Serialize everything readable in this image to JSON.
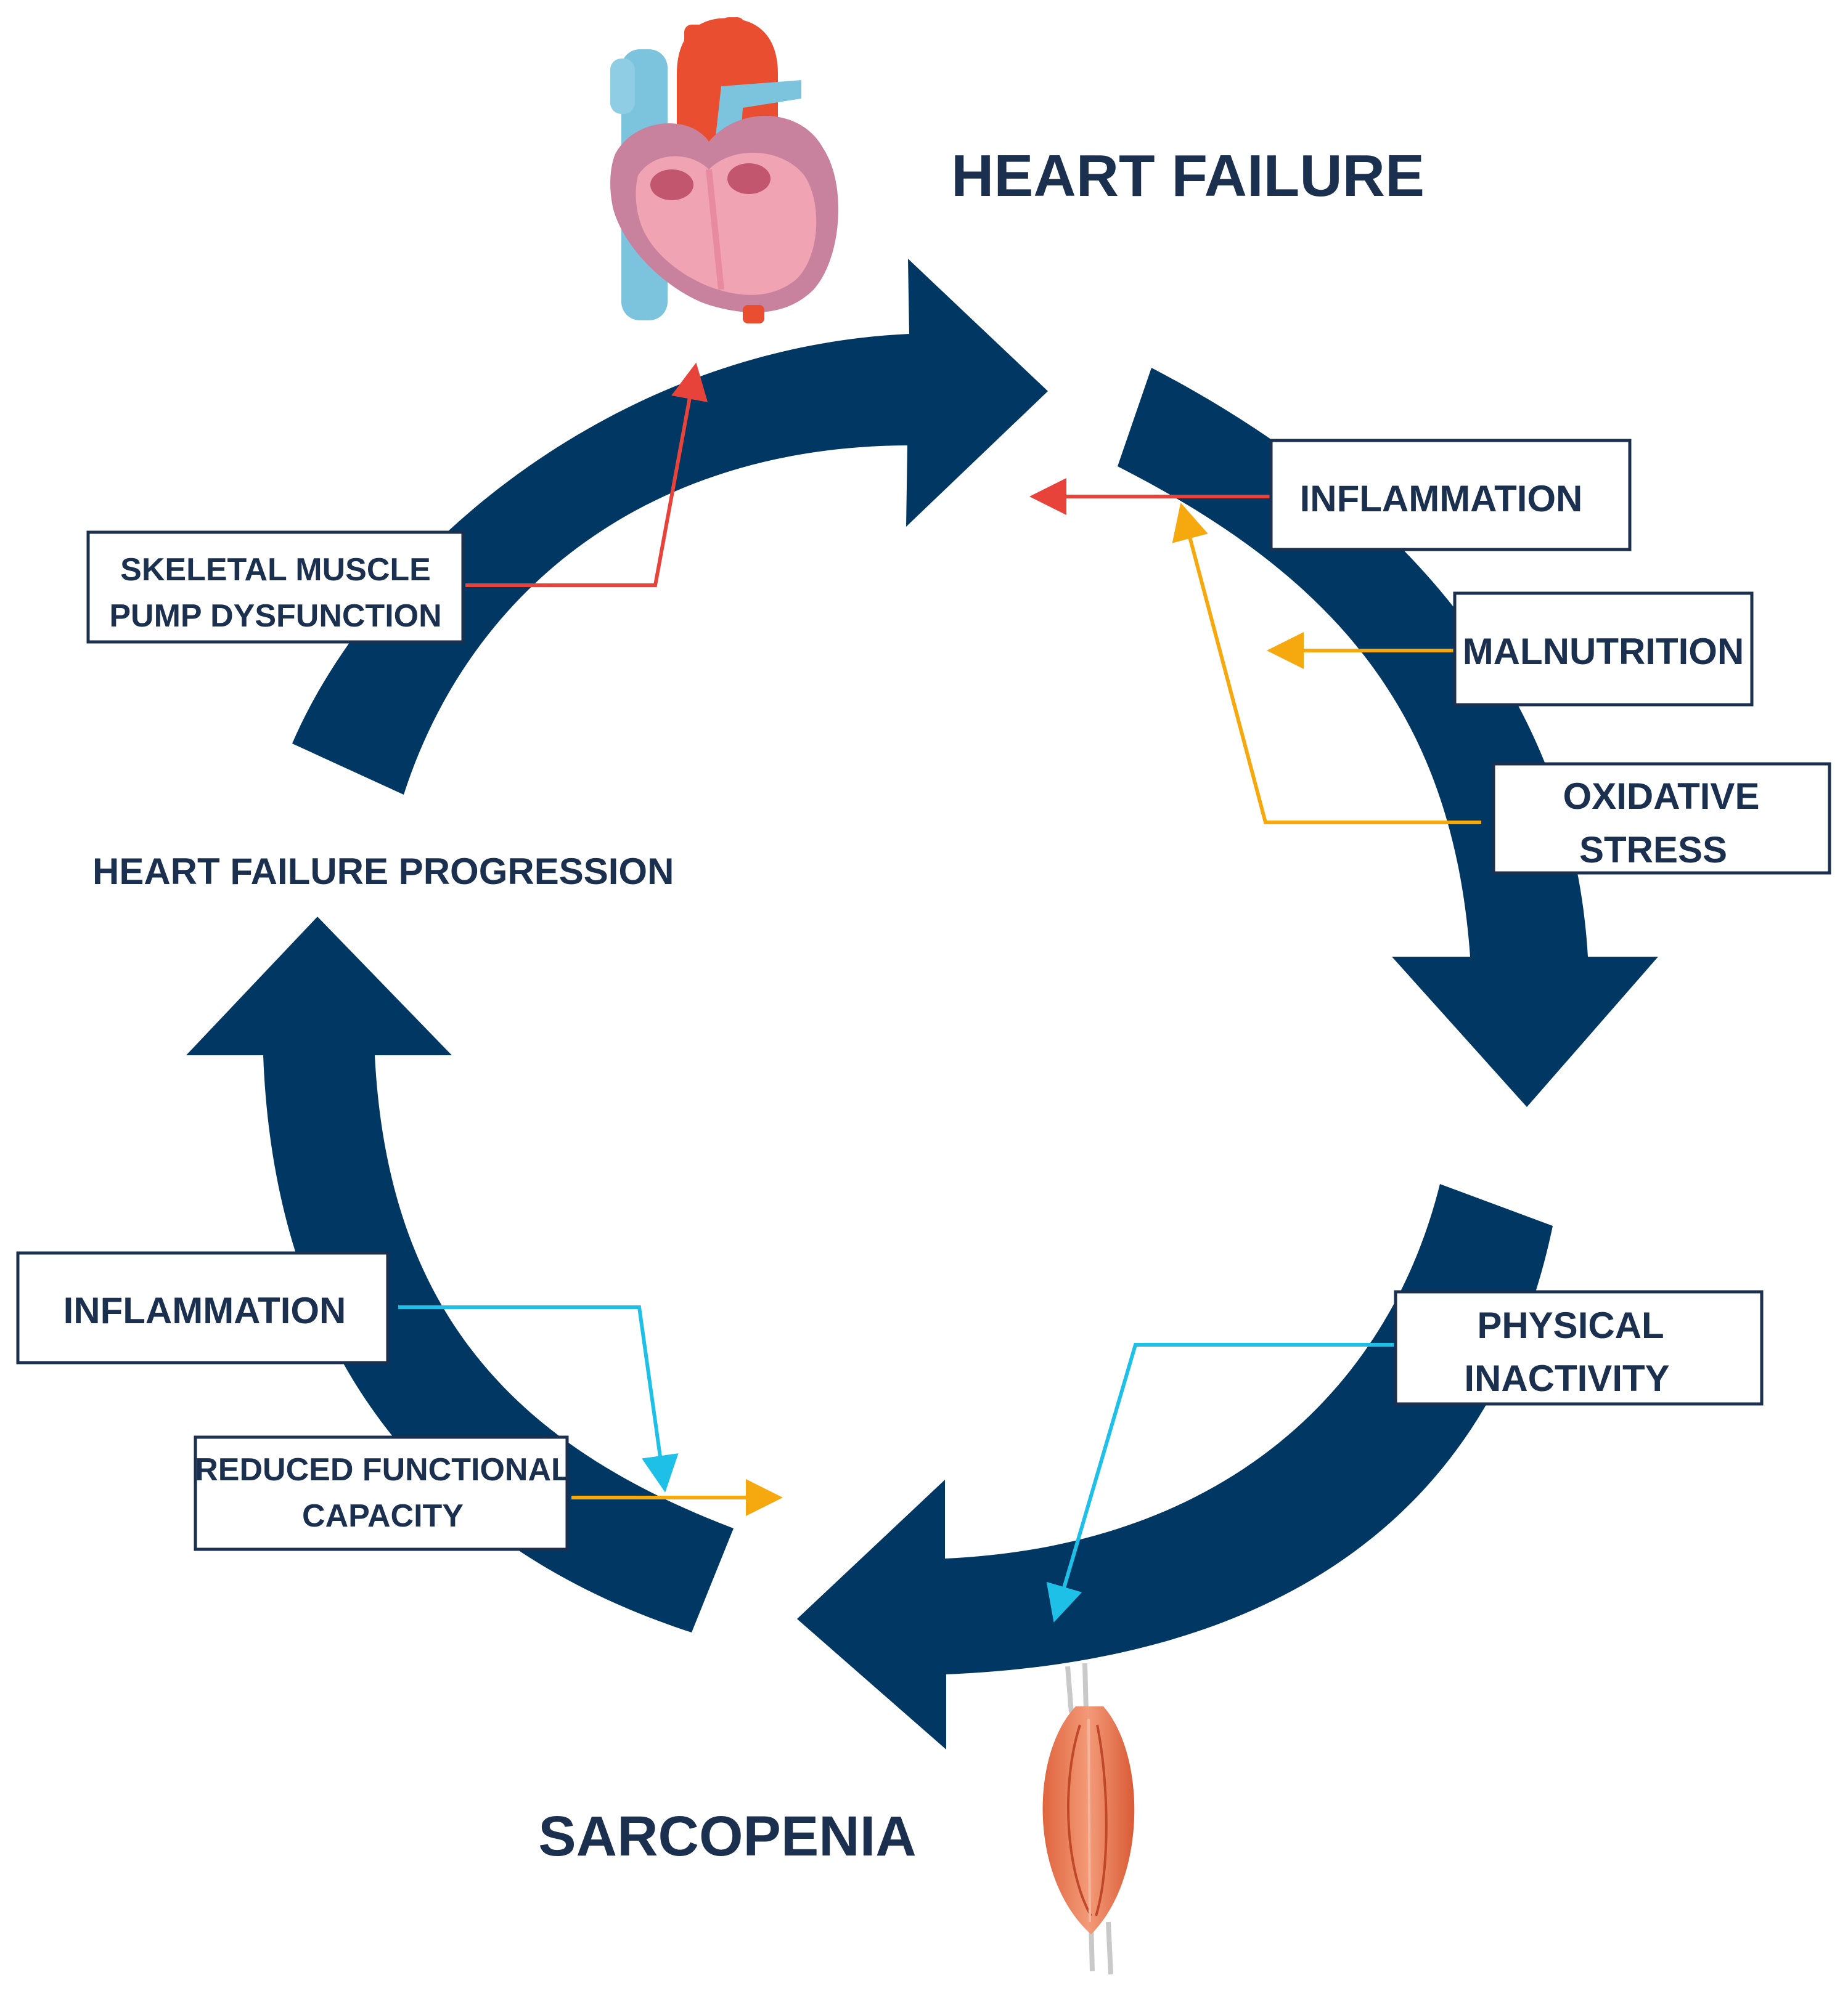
{
  "title_top": "HEART FAILURE",
  "title_bottom": "SARCOPENIA",
  "side_label": "HEART FAILURE PROGRESSION",
  "boxes": {
    "skeletal": [
      "SKELETAL MUSCLE",
      "PUMP DYSFUNCTION"
    ],
    "inflammation_right": [
      "INFLAMMATION"
    ],
    "malnutrition": [
      "MALNUTRITION"
    ],
    "oxidative": [
      "OXIDATIVE",
      "STRESS"
    ],
    "physical": [
      "PHYSICAL",
      "INACTIVITY"
    ],
    "inflammation_left": [
      "INFLAMMATION"
    ],
    "reduced": [
      "REDUCED FUNCTIONAL",
      "CAPACITY"
    ]
  },
  "colors": {
    "arrow": "#013763",
    "text": "#1b2f4e",
    "red": "#e8433a",
    "orange": "#f5a90f",
    "cyan": "#1ec0e8"
  },
  "icons": {
    "heart": "heart-anatomy-icon",
    "muscle": "muscle-icon"
  }
}
